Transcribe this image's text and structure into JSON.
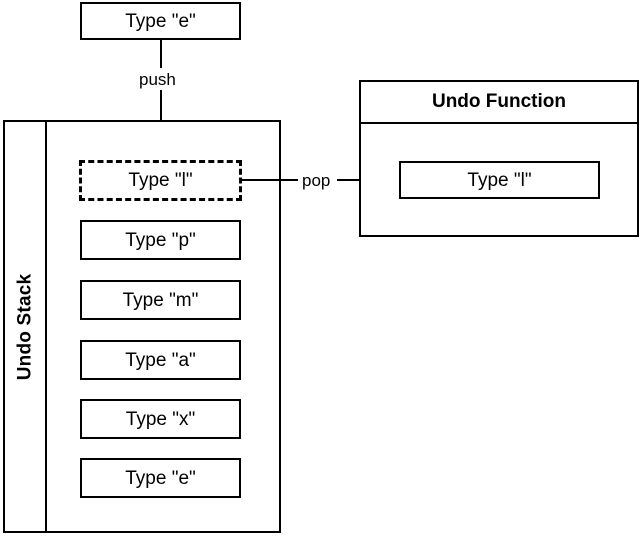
{
  "diagram": {
    "title": "Undo Stack and Undo Function",
    "background_color": "#ffffff",
    "stroke_color": "#000000"
  },
  "pushed_item": {
    "label": "Type \"e\""
  },
  "edges": {
    "push": {
      "label": "push",
      "from": "pushed-item",
      "to": "undo-stack-top"
    },
    "pop": {
      "label": "pop",
      "from": "undo-stack-top",
      "to": "undo-function-item"
    }
  },
  "undo_stack": {
    "label": "Undo Stack",
    "items": [
      {
        "label": "Type \"l\"",
        "style": "dashed"
      },
      {
        "label": "Type \"p\"",
        "style": "solid"
      },
      {
        "label": "Type \"m\"",
        "style": "solid"
      },
      {
        "label": "Type \"a\"",
        "style": "solid"
      },
      {
        "label": "Type \"x\"",
        "style": "solid"
      },
      {
        "label": "Type \"e\"",
        "style": "solid"
      }
    ]
  },
  "undo_function": {
    "title": "Undo Function",
    "item": {
      "label": "Type \"l\""
    }
  }
}
